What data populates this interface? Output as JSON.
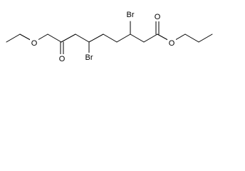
{
  "molecule": {
    "labels": {
      "o1": "O",
      "o2": "O",
      "o3": "O",
      "o4": "O",
      "br_low": "Br",
      "br_high": "Br"
    },
    "colors": {
      "bond": "#000000",
      "text": "#000000",
      "background": "#ffffff"
    }
  }
}
